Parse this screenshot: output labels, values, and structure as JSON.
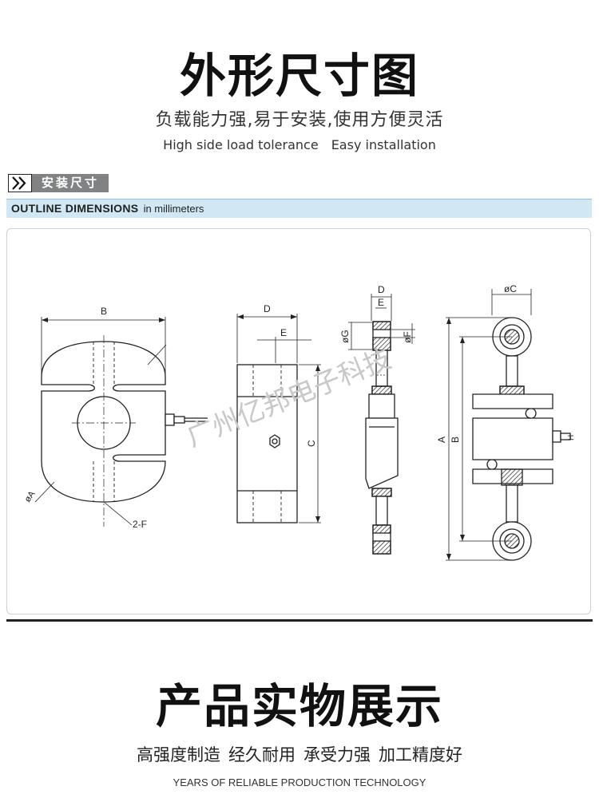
{
  "header": {
    "title": "外形尺寸图",
    "subtitle": "负载能力强,易于安装,使用方便灵活",
    "features": [
      "High side load tolerance",
      "Easy installation"
    ]
  },
  "section": {
    "badge_label": "安装尺寸",
    "bar_title": "OUTLINE DIMENSIONS",
    "bar_unit": "in millimeters"
  },
  "drawing": {
    "watermark": "广州亿邦电子科技",
    "labels": {
      "B": "B",
      "phiA": "øA",
      "twoF": "2-F",
      "D": "D",
      "E": "E",
      "C": "C",
      "phiG": "øG",
      "phiF": "øF",
      "phiC": "øC",
      "A": "A",
      "H": "H"
    }
  },
  "showcase": {
    "title": "产品实物展示",
    "features": [
      "高强度制造",
      "经久耐用",
      "承受力强",
      "加工精度好"
    ],
    "tagline": "YEARS OF RELIABLE PRODUCTION TECHNOLOGY"
  },
  "colors": {
    "bar_bg": "#cfe8f3",
    "badge_bg": "#808284",
    "line": "#222222",
    "watermark": "#c8c8c8"
  }
}
